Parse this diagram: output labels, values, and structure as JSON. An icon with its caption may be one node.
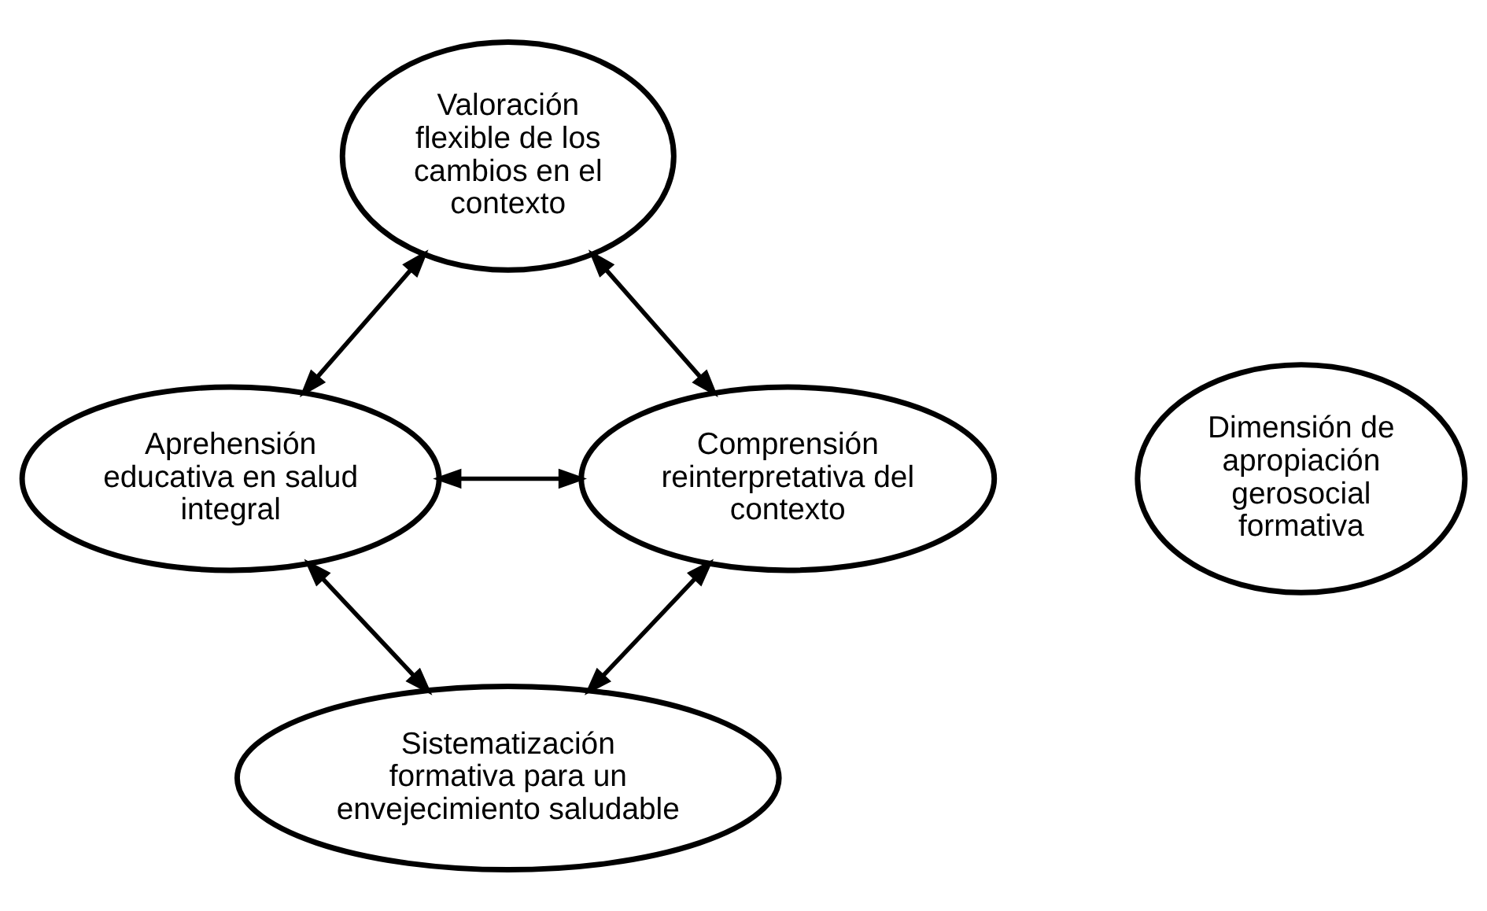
{
  "diagram": {
    "nodes": [
      {
        "text": [
          "Valoración flexible de los cambios en el contexto"
        ]
      },
      {
        "text": [
          "Aprehensión educativa en salud integral"
        ]
      },
      {
        "text": [
          "Comprensión reinterpretativa del contexto"
        ]
      },
      {
        "text": [
          "Sistematización formativa para un envejecimiento saludable"
        ]
      },
      {
        "text": [
          "Dimensión de apropiación gerosocial formativa"
        ]
      }
    ],
    "edges": [
      {
        "from": 0,
        "to": 1,
        "arrow": "both"
      },
      {
        "from": 0,
        "to": 2,
        "arrow": "both"
      },
      {
        "from": 1,
        "to": 2,
        "arrow": "both"
      },
      {
        "from": 1,
        "to": 3,
        "arrow": "both"
      },
      {
        "from": 2,
        "to": 3,
        "arrow": "both"
      }
    ]
  }
}
